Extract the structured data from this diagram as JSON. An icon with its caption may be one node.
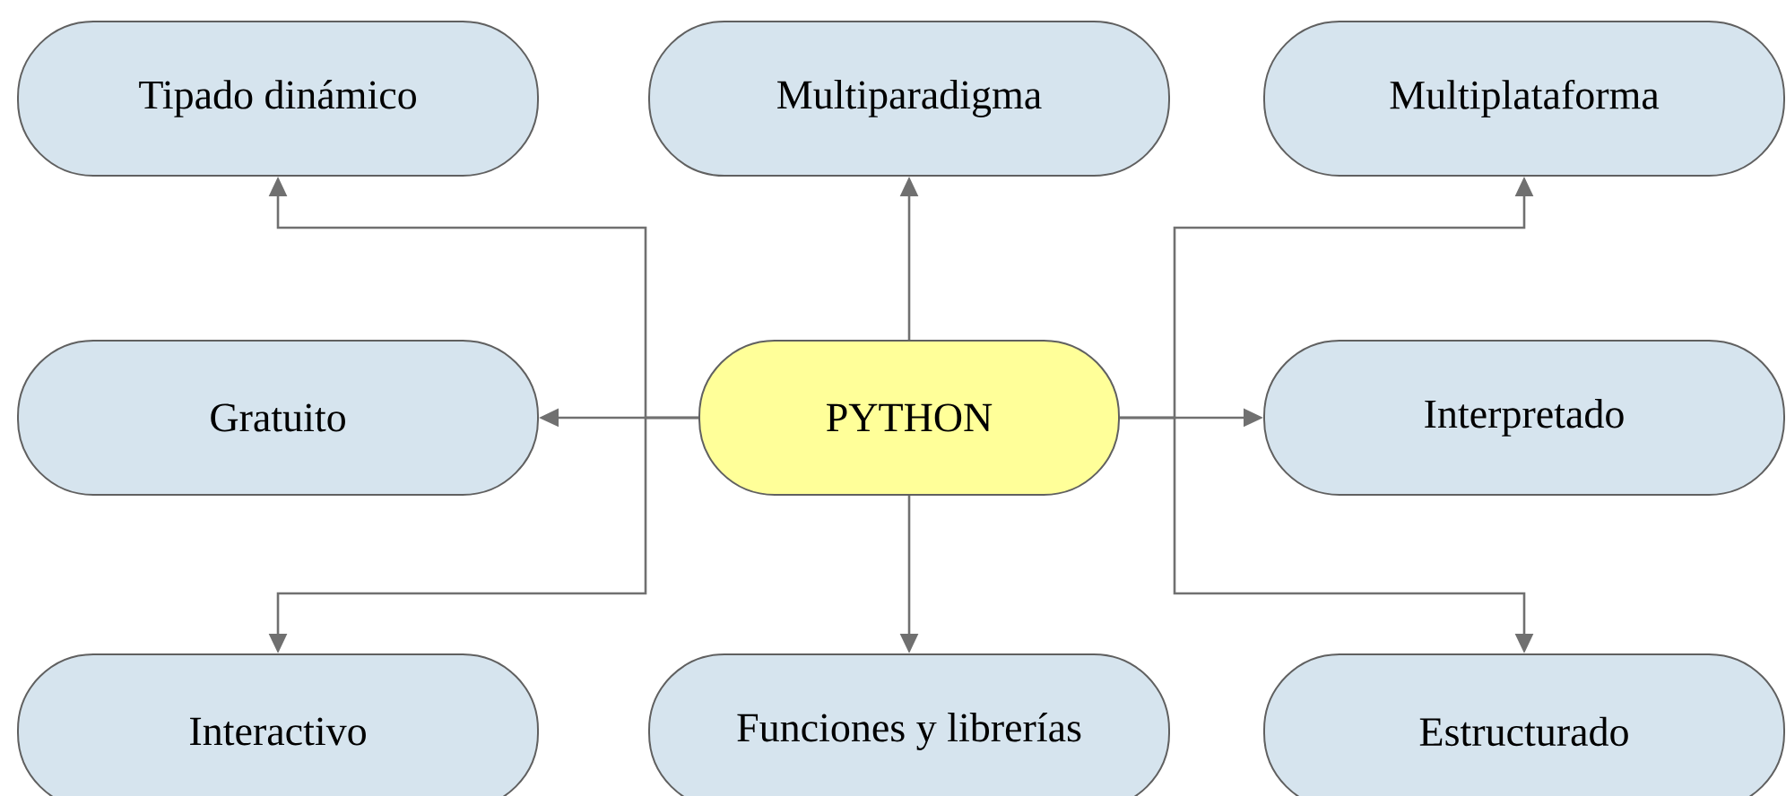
{
  "diagram": {
    "nodes": [
      {
        "text": [
          "Tipado dinámico"
        ]
      },
      {
        "text": [
          "Multiparadigma"
        ]
      },
      {
        "text": [
          "Multiplataforma"
        ]
      },
      {
        "text": [
          "Gratuito"
        ]
      },
      {
        "text": [
          "PYTHON"
        ]
      },
      {
        "text": [
          "Interpretado"
        ]
      },
      {
        "text": [
          "Interactivo"
        ]
      },
      {
        "text": [
          "Funciones y librerías"
        ]
      },
      {
        "text": [
          "Estructurado"
        ]
      }
    ],
    "edges": [
      {
        "from": 4,
        "to": 0,
        "arrow": "to"
      },
      {
        "from": 4,
        "to": 1,
        "arrow": "to"
      },
      {
        "from": 4,
        "to": 2,
        "arrow": "to"
      },
      {
        "from": 4,
        "to": 3,
        "arrow": "to"
      },
      {
        "from": 4,
        "to": 5,
        "arrow": "to"
      },
      {
        "from": 4,
        "to": 6,
        "arrow": "to"
      },
      {
        "from": 4,
        "to": 7,
        "arrow": "to"
      },
      {
        "from": 4,
        "to": 8,
        "arrow": "to"
      }
    ]
  }
}
